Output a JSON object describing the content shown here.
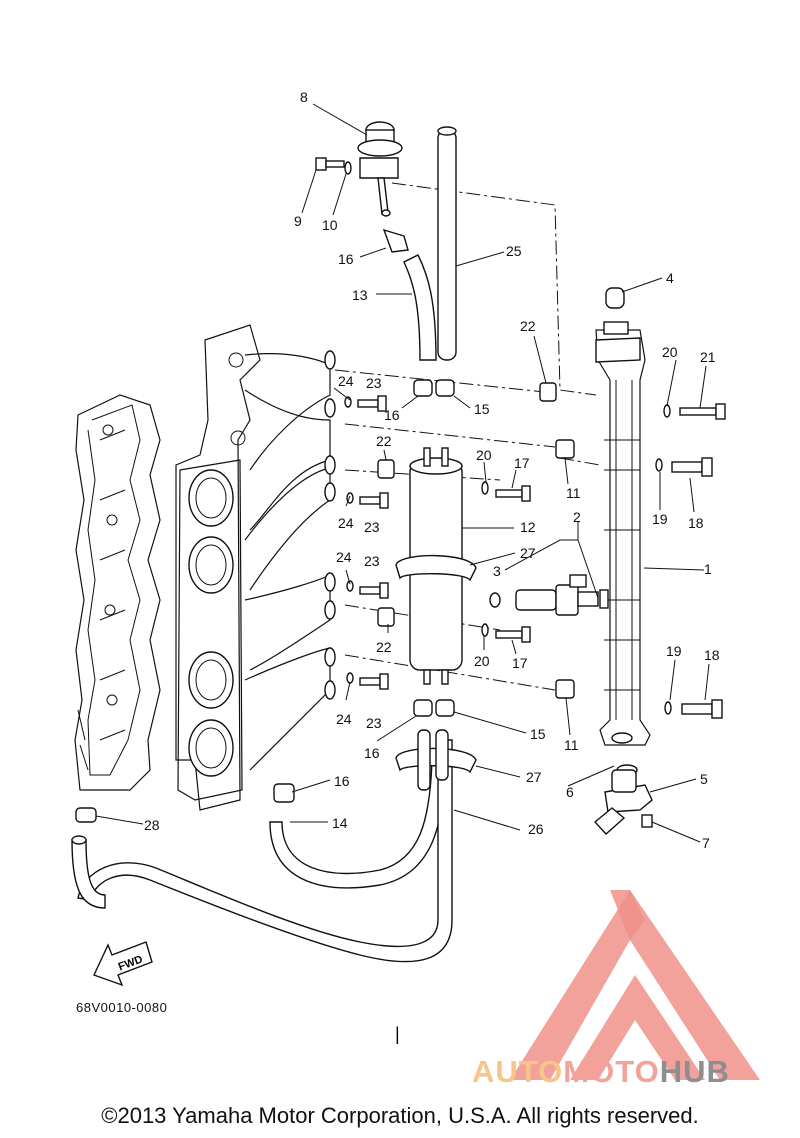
{
  "callouts": [
    "1",
    "2",
    "3",
    "4",
    "5",
    "6",
    "7",
    "8",
    "9",
    "10",
    "11",
    "11",
    "12",
    "13",
    "14",
    "15",
    "15",
    "16",
    "16",
    "16",
    "17",
    "17",
    "18",
    "18",
    "19",
    "19",
    "20",
    "20",
    "20",
    "21",
    "22",
    "22",
    "22",
    "23",
    "23",
    "23",
    "23",
    "24",
    "24",
    "24",
    "24",
    "25",
    "26",
    "27",
    "27",
    "28"
  ],
  "fwd_label": "FWD",
  "drawing_code": "68V0010-0080",
  "copyright": "©2013 Yamaha Motor Corporation, U.S.A. All rights reserved.",
  "watermark": {
    "part1": "AUTO",
    "part2": "MOTO",
    "part3": "HUB",
    "colors": {
      "auto": "#f7c48a",
      "moto": "#f4a19a",
      "hub": "#8e8e8e",
      "triangle": "#f0918a"
    }
  },
  "page_marker": "|"
}
